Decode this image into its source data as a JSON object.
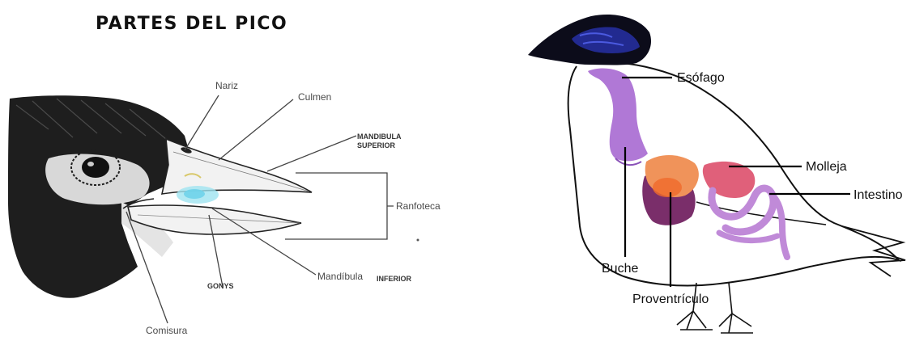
{
  "beak_diagram": {
    "title": "PARTES DEL PICO",
    "labels": {
      "nariz": "Nariz",
      "culmen": "Culmen",
      "mandibula_superior_line1": "MANDIBULA",
      "mandibula_superior_line2": "SUPERIOR",
      "ranfoteca": "Ranfoteca",
      "gonys": "GONYS",
      "mandibula": "Mandíbula",
      "inferior": "INFERIOR",
      "comisura": "Comisura"
    }
  },
  "digestive_diagram": {
    "labels": {
      "esofago": "Esófago",
      "molleja": "Molleja",
      "intestino": "Intestino",
      "buche": "Buche",
      "proventriculo": "Proventrículo"
    }
  }
}
